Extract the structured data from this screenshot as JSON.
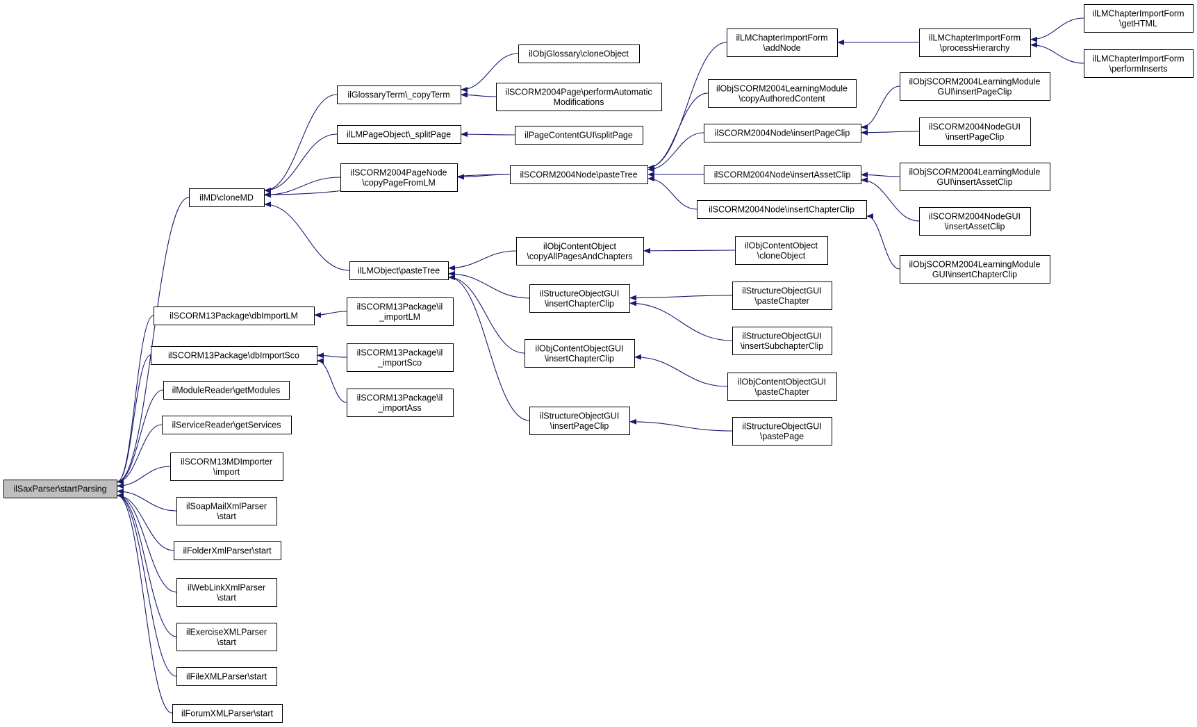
{
  "colors": {
    "edge": "#191970",
    "node_fill": "#ffffff",
    "root_fill": "#bfbfbf",
    "border": "#000000"
  },
  "nodes": [
    {
      "id": "root",
      "lines": [
        "ilSaxParser\\startParsing"
      ],
      "root": true
    },
    {
      "id": "clonemd",
      "lines": [
        "ilMD\\cloneMD"
      ]
    },
    {
      "id": "dbimportlm",
      "lines": [
        "ilSCORM13Package\\dbImportLM"
      ]
    },
    {
      "id": "dbimportsco",
      "lines": [
        "ilSCORM13Package\\dbImportSco"
      ]
    },
    {
      "id": "modulereader",
      "lines": [
        "ilModuleReader\\getModules"
      ]
    },
    {
      "id": "servicereader",
      "lines": [
        "ilServiceReader\\getServices"
      ]
    },
    {
      "id": "scormmdimporter",
      "lines": [
        "ilSCORM13MDImporter",
        "\\import"
      ]
    },
    {
      "id": "soapmail",
      "lines": [
        "ilSoapMailXmlParser",
        "\\start"
      ]
    },
    {
      "id": "folderxml",
      "lines": [
        "ilFolderXmlParser\\start"
      ]
    },
    {
      "id": "weblinkxml",
      "lines": [
        "ilWebLinkXmlParser",
        "\\start"
      ]
    },
    {
      "id": "exercisexml",
      "lines": [
        "ilExerciseXMLParser",
        "\\start"
      ]
    },
    {
      "id": "filexml",
      "lines": [
        "ilFileXMLParser\\start"
      ]
    },
    {
      "id": "forumxml",
      "lines": [
        "ilForumXMLParser\\start"
      ]
    },
    {
      "id": "copyterm",
      "lines": [
        "ilGlossaryTerm\\_copyTerm"
      ]
    },
    {
      "id": "splitpage",
      "lines": [
        "ilLMPageObject\\_splitPage"
      ]
    },
    {
      "id": "copypagefromlm",
      "lines": [
        "ilSCORM2004PageNode",
        "\\copyPageFromLM"
      ]
    },
    {
      "id": "lmpastetree",
      "lines": [
        "ilLMObject\\pasteTree"
      ]
    },
    {
      "id": "importlm",
      "lines": [
        "ilSCORM13Package\\il",
        "_importLM"
      ]
    },
    {
      "id": "importsco",
      "lines": [
        "ilSCORM13Package\\il",
        "_importSco"
      ]
    },
    {
      "id": "importass",
      "lines": [
        "ilSCORM13Package\\il",
        "_importAss"
      ]
    },
    {
      "id": "glossaryclone",
      "lines": [
        "ilObjGlossary\\cloneObject"
      ]
    },
    {
      "id": "performauto",
      "lines": [
        "ilSCORM2004Page\\performAutomatic",
        "Modifications"
      ]
    },
    {
      "id": "pagecontentsplit",
      "lines": [
        "ilPageContentGUI\\splitPage"
      ]
    },
    {
      "id": "nodepastetree",
      "lines": [
        "ilSCORM2004Node\\pasteTree"
      ]
    },
    {
      "id": "copyallpages",
      "lines": [
        "ilObjContentObject",
        "\\copyAllPagesAndChapters"
      ]
    },
    {
      "id": "sogui_inschap",
      "lines": [
        "ilStructureObjectGUI",
        "\\insertChapterClip"
      ]
    },
    {
      "id": "cogui_inschap",
      "lines": [
        "ilObjContentObjectGUI",
        "\\insertChapterClip"
      ]
    },
    {
      "id": "sogui_inspage",
      "lines": [
        "ilStructureObjectGUI",
        "\\insertPageClip"
      ]
    },
    {
      "id": "addnode",
      "lines": [
        "ilLMChapterImportForm",
        "\\addNode"
      ]
    },
    {
      "id": "copyauthored",
      "lines": [
        "ilObjSCORM2004LearningModule",
        "\\copyAuthoredContent"
      ]
    },
    {
      "id": "node_inspage",
      "lines": [
        "ilSCORM2004Node\\insertPageClip"
      ]
    },
    {
      "id": "node_insasset",
      "lines": [
        "ilSCORM2004Node\\insertAssetClip"
      ]
    },
    {
      "id": "node_inschap",
      "lines": [
        "ilSCORM2004Node\\insertChapterClip"
      ]
    },
    {
      "id": "co_clone",
      "lines": [
        "ilObjContentObject",
        "\\cloneObject"
      ]
    },
    {
      "id": "sogui_pastechap",
      "lines": [
        "ilStructureObjectGUI",
        "\\pasteChapter"
      ]
    },
    {
      "id": "sogui_inssub",
      "lines": [
        "ilStructureObjectGUI",
        "\\insertSubchapterClip"
      ]
    },
    {
      "id": "cogui_pastechap",
      "lines": [
        "ilObjContentObjectGUI",
        "\\pasteChapter"
      ]
    },
    {
      "id": "sogui_pastepage",
      "lines": [
        "ilStructureObjectGUI",
        "\\pastePage"
      ]
    },
    {
      "id": "processhier",
      "lines": [
        "ilLMChapterImportForm",
        "\\processHierarchy"
      ]
    },
    {
      "id": "lmgui_inspage",
      "lines": [
        "ilObjSCORM2004LearningModule",
        "GUI\\insertPageClip"
      ]
    },
    {
      "id": "nodegui_inspage",
      "lines": [
        "ilSCORM2004NodeGUI",
        "\\insertPageClip"
      ]
    },
    {
      "id": "lmgui_insasset",
      "lines": [
        "ilObjSCORM2004LearningModule",
        "GUI\\insertAssetClip"
      ]
    },
    {
      "id": "nodegui_insasset",
      "lines": [
        "ilSCORM2004NodeGUI",
        "\\insertAssetClip"
      ]
    },
    {
      "id": "lmgui_inschap",
      "lines": [
        "ilObjSCORM2004LearningModule",
        "GUI\\insertChapterClip"
      ]
    },
    {
      "id": "gethtml",
      "lines": [
        "ilLMChapterImportForm",
        "\\getHTML"
      ]
    },
    {
      "id": "performinserts",
      "lines": [
        "ilLMChapterImportForm",
        "\\performInserts"
      ]
    }
  ]
}
